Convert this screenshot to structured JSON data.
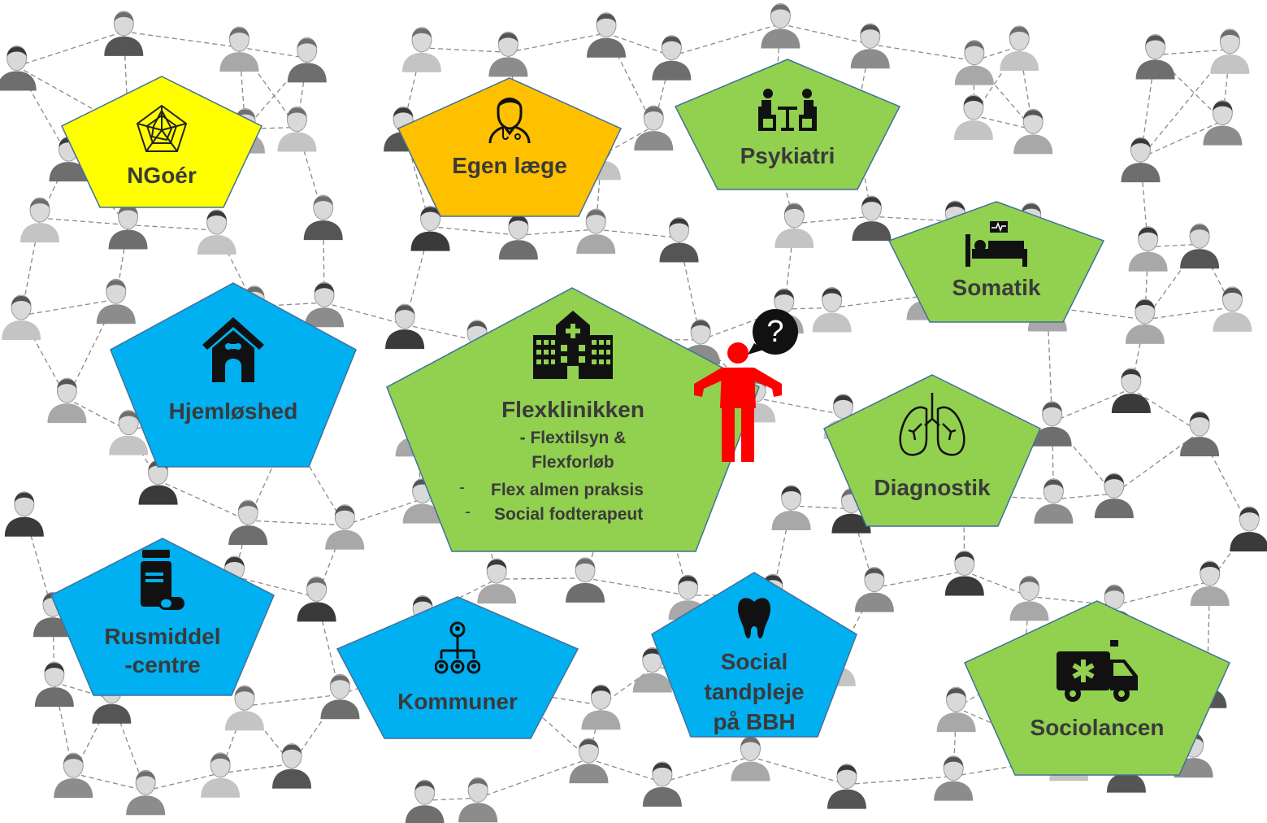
{
  "colors": {
    "yellow": "#ffff00",
    "orange": "#ffc000",
    "green": "#92d050",
    "blue": "#00b0f0",
    "outline": "#41719c",
    "red": "#ff0000",
    "text": "#3a3a3a"
  },
  "nodes": {
    "ngoer": {
      "label": "NGoér",
      "color": "yellow",
      "icon": "spider-chart-icon"
    },
    "egen_laege": {
      "label": "Egen læge",
      "color": "orange",
      "icon": "doctor-icon"
    },
    "psykiatri": {
      "label": "Psykiatri",
      "color": "green",
      "icon": "consultation-icon"
    },
    "somatik": {
      "label": "Somatik",
      "color": "green",
      "icon": "hospital-bed-icon"
    },
    "hjemloeshed": {
      "label": "Hjemløshed",
      "color": "blue",
      "icon": "dog-house-icon"
    },
    "flexklinikken": {
      "label": "Flexklinikken",
      "color": "green",
      "icon": "hospital-building-icon",
      "sub1": "- Flextilsyn &",
      "sub2": "Flexforløb",
      "bullets": [
        "Flex almen praksis",
        "Social fodterapeut"
      ],
      "bullet_marker": "-"
    },
    "diagnostik": {
      "label": "Diagnostik",
      "color": "green",
      "icon": "lungs-icon"
    },
    "rusmiddel": {
      "label_line1": "Rusmiddel",
      "label_line2": "-centre",
      "color": "blue",
      "icon": "pill-bottle-icon"
    },
    "kommuner": {
      "label": "Kommuner",
      "color": "blue",
      "icon": "org-chart-icon"
    },
    "social_tandpleje": {
      "label_line1": "Social",
      "label_line2": "tandpleje",
      "label_line3": "på BBH",
      "color": "blue",
      "icon": "tooth-icon"
    },
    "sociolancen": {
      "label": "Sociolancen",
      "color": "green",
      "icon": "ambulance-icon"
    }
  },
  "figure": {
    "icon": "confused-person-icon",
    "bubble_text": "?"
  }
}
